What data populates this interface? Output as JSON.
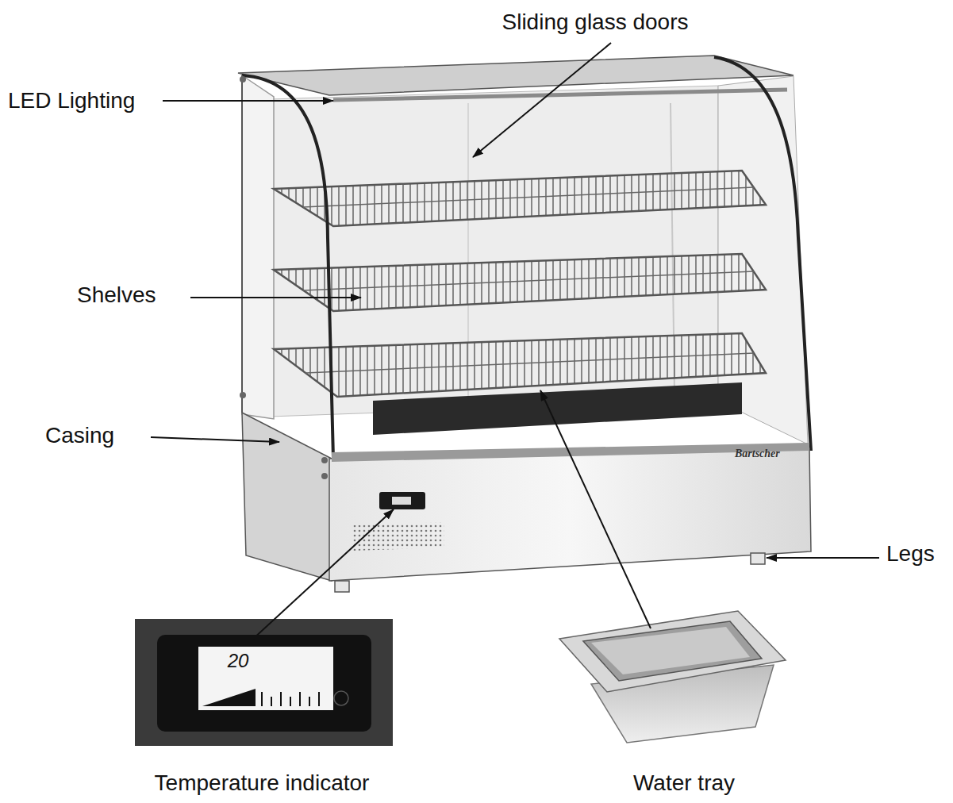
{
  "diagram": {
    "labels": [
      "Sliding glass doors",
      "LED Lighting",
      "Shelves",
      "Casing",
      "Bartscher",
      "Legs",
      "20",
      "Temperature indicator",
      "Water tray"
    ]
  }
}
